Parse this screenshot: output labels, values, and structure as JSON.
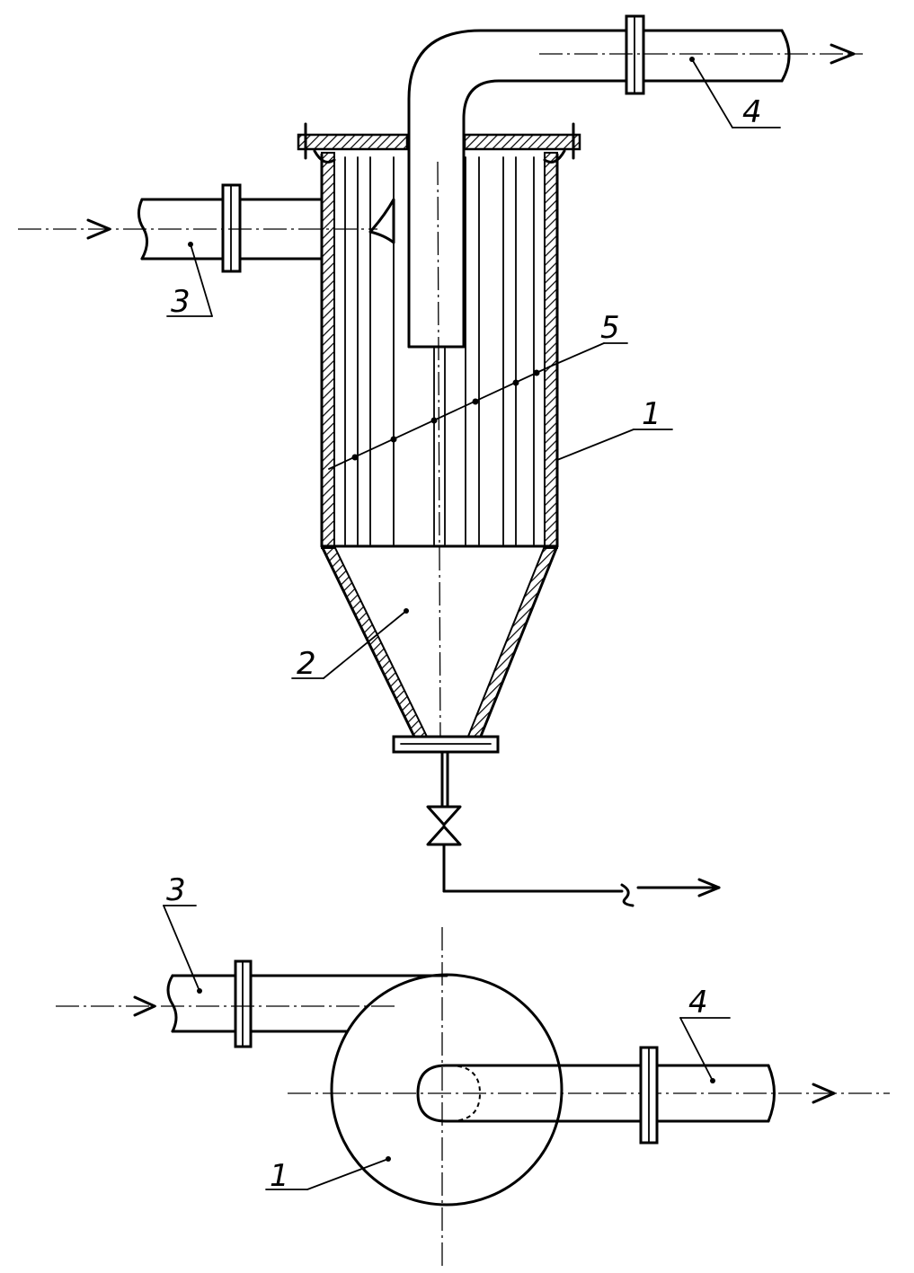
{
  "labels": {
    "shell": "1",
    "cone": "2",
    "inlet": "3",
    "outlet": "4",
    "plates": "5",
    "plan_shell": "1",
    "plan_inlet": "3",
    "plan_outlet": "4"
  },
  "colors": {
    "ink": "#000000",
    "paper": "#ffffff"
  }
}
